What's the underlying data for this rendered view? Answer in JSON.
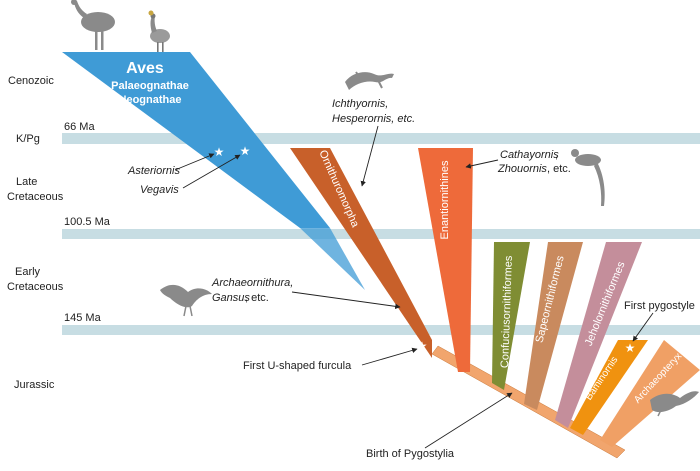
{
  "periods": [
    {
      "key": "cenozoic",
      "label": "Cenozoic"
    },
    {
      "key": "kpg",
      "label": "K/Pg"
    },
    {
      "key": "late_cretaceous_1",
      "label": "Late"
    },
    {
      "key": "late_cretaceous_2",
      "label": "Cretaceous"
    },
    {
      "key": "early_cretaceous_1",
      "label": "Early"
    },
    {
      "key": "early_cretaceous_2",
      "label": "Cretaceous"
    },
    {
      "key": "jurassic",
      "label": "Jurassic"
    }
  ],
  "boundaries": [
    "66 Ma",
    "100.5 Ma",
    "145 Ma"
  ],
  "aves": {
    "title": "Aves",
    "line1": "Palaeognathae",
    "line2": "Neognathae"
  },
  "clades": {
    "ornithuromorpha": "Ornithuromorpha",
    "enantiornithines": "Enantiornithines",
    "confuciusornithiformes": "Confuciusornithiformes",
    "sapeornithiformes": "Sapeornithiformes",
    "jeholornithiformes": "Jeholornithiformes",
    "baminornis": "Baminornis",
    "archaeopteryx": "Archaeopteryx"
  },
  "annotations": {
    "ichthyornis": "Ichthyornis,",
    "hesperornis": "Hesperornis, etc.",
    "asteriornis": "Asteriornis",
    "vegavis": "Vegavis",
    "cathayornis": "Cathayornis",
    "cathayornis_comma": ",",
    "zhouornis": "Zhouornis",
    "zhouornis_etc": ", etc.",
    "archaeornithura": "Archaeornithura,",
    "gansus": "Gansus",
    "gansus_etc": ", etc.",
    "furcula": "First U-shaped furcula",
    "pygostyle": "First pygostyle",
    "pygostylia": "Birth of Pygostylia"
  },
  "colors": {
    "band": "#c7dde3",
    "aves": "#3f9bd6",
    "ornithuromorpha": "#c8602a",
    "enantiornithines": "#ee6a3a",
    "confuciusornithiformes": "#7f8d33",
    "sapeornithiformes": "#c98a5e",
    "jeholornithiformes": "#c48e9b",
    "baminornis": "#f0920f",
    "archaeopteryx": "#f0a065",
    "stem": "#f1a56d",
    "silhouette": "#8a8a8a"
  },
  "icons": [
    "ostrich-icon",
    "crowned-crane-icon",
    "lizard-icon",
    "bird-perched-icon",
    "bird-flying-icon",
    "archaeopteryx-icon"
  ]
}
